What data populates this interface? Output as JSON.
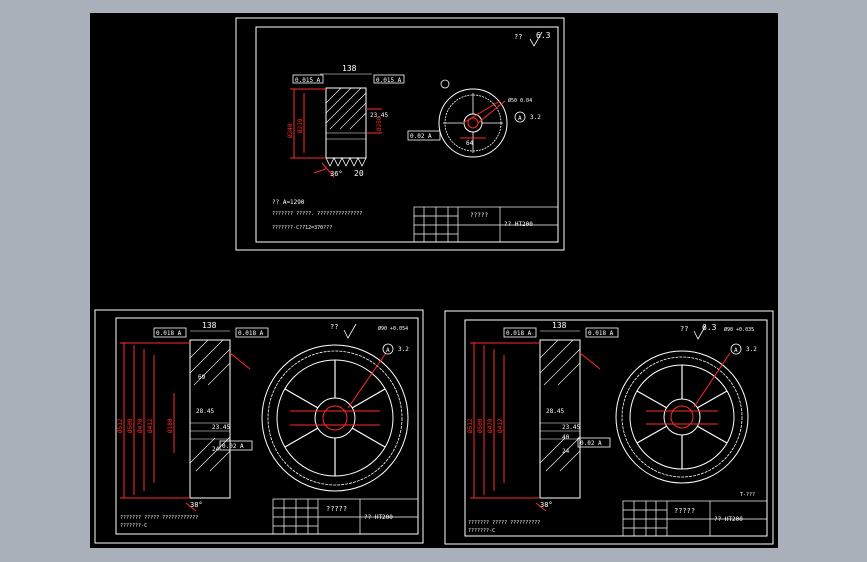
{
  "sheets": [
    {
      "roughness": "6.3",
      "dim_width": "138",
      "tol_left": "0.015 A",
      "tol_right": "0.015 A",
      "dia_labels": [
        "Ø240",
        "Ø210",
        "Ø250"
      ],
      "dim_groove": "23.45",
      "dim_bottom": "20",
      "angle": "36°",
      "bore_dia": "Ø50 0.04",
      "datum": "A",
      "ra": "3.2",
      "hub_key": "64",
      "tol_hub": "0.02 A",
      "note1": "?? A=1290",
      "note2": "??????? ?????. ???????????????",
      "note3": "???????-C??12=370???",
      "title_name": "?????",
      "material": "?? HT200"
    },
    {
      "roughness": "??",
      "dim_width": "138",
      "tol_left": "0.018 A",
      "tol_right": "0.018 A",
      "dia_labels": [
        "Ø512",
        "Ø500",
        "Ø470",
        "Ø412",
        "Ø180"
      ],
      "dim_small": [
        "69",
        "28.45",
        "23.45",
        "24"
      ],
      "bore_dia": "Ø90 +0.054",
      "datum": "A",
      "ra": "3.2",
      "tol_hub": "0.02 A",
      "angle": "38°",
      "note1": "??????? ????? ????????????",
      "note2": "???????-C",
      "title_name": "?????",
      "material": "?? HT200"
    },
    {
      "roughness": "6.3",
      "dim_width": "138",
      "tol_left": "0.018 A",
      "tol_right": "0.018 A",
      "dia_labels": [
        "Ø512",
        "Ø500",
        "Ø470",
        "Ø412"
      ],
      "dim_small": [
        "28.45",
        "23.45",
        "40",
        "24"
      ],
      "bore_dia": "Ø90 +0.035",
      "datum": "A",
      "ra": "3.2",
      "tol_hub": "0.02 A",
      "angle": "38°",
      "corner_note": "T-???",
      "note1": "??????? ????? ??????????",
      "note2": "???????-C",
      "title_name": "?????",
      "material": "?? HT200"
    }
  ],
  "colors": {
    "background": "#000000",
    "frame": "#ffffff",
    "dimension": "#ff2a2a",
    "hatch": "#ffffff"
  }
}
